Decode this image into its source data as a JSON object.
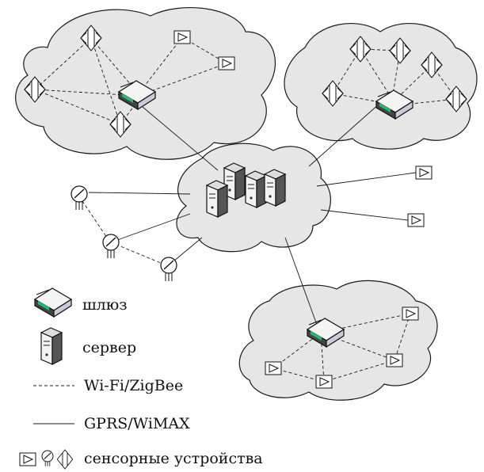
{
  "legend": {
    "gateway_label": "шлюз",
    "server_label": "сервер",
    "wifi_label": "Wi-Fi/ZigBee",
    "gprs_label": "GPRS/WiMAX",
    "sensors_label": "сенсорные устройства"
  },
  "icons": [
    "gateway-icon",
    "server-icon",
    "sensor-triangle-icon",
    "sensor-gauge-icon",
    "sensor-diamond-icon"
  ],
  "colors": {
    "cloud_fill": "#e6e6e6",
    "gateway_accent": "#2bb673",
    "line": "#1a1a1a"
  }
}
